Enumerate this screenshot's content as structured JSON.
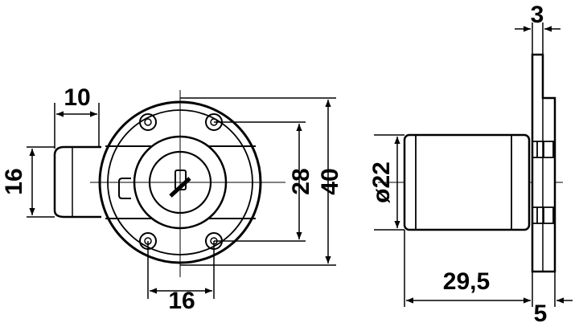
{
  "dimensions": {
    "lever_length": "10",
    "lever_height": "16",
    "hole_spacing_bottom": "16",
    "hole_spacing_vertical": "28",
    "body_diameter": "40",
    "cylinder_diameter": "ø22",
    "plate_thickness": "3",
    "cylinder_length": "29,5",
    "plate_offset": "5"
  },
  "colors": {
    "line": "#000000",
    "background": "#ffffff"
  }
}
